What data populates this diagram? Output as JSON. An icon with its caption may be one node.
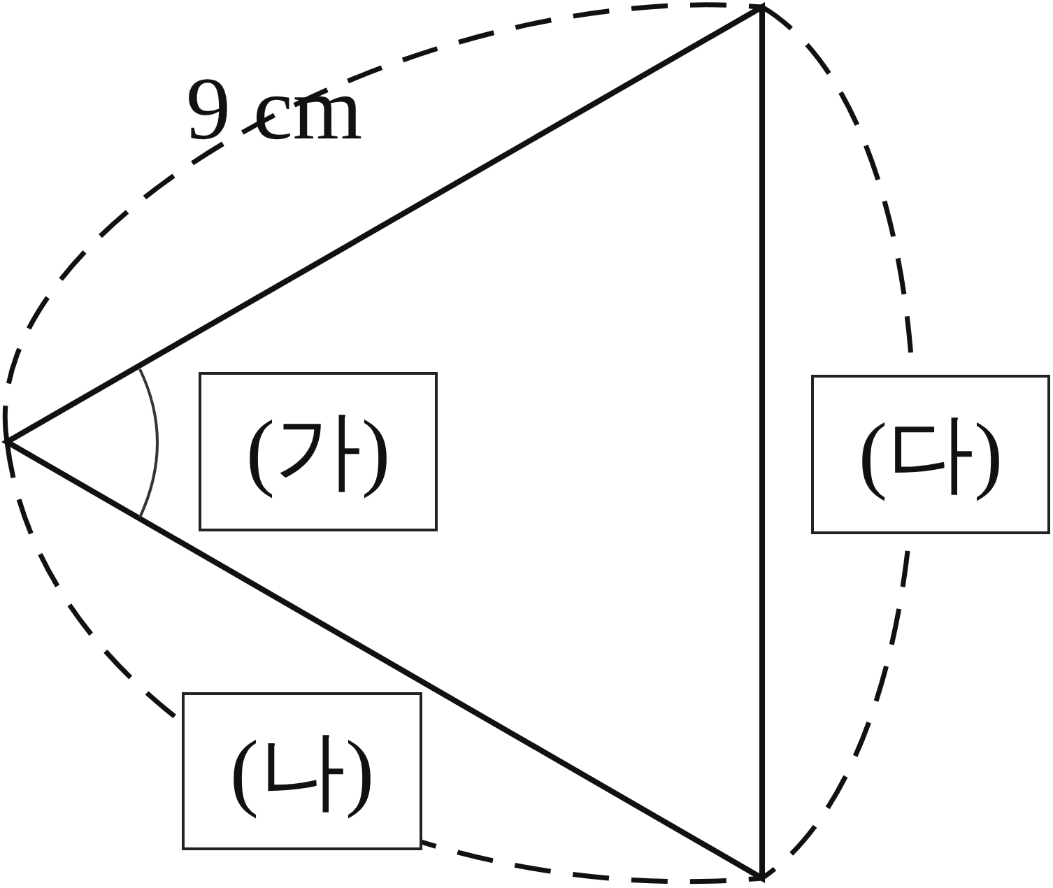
{
  "diagram": {
    "nodes": [
      {
        "text": [
          "(가)"
        ]
      },
      {
        "text": [
          "(나)"
        ]
      },
      {
        "text": [
          "(다)"
        ]
      }
    ],
    "labels": [
      "9 cm"
    ]
  }
}
